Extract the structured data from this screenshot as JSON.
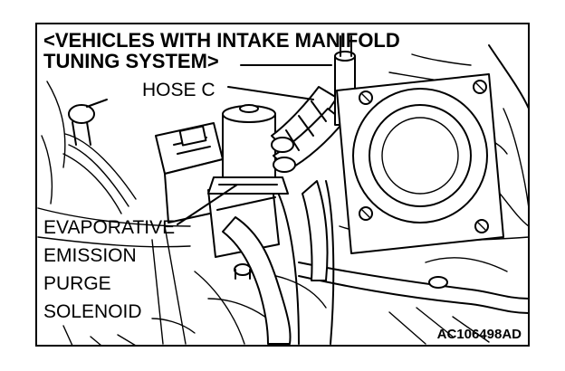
{
  "title": {
    "line1": "<VEHICLES WITH INTAKE  MANIFOLD",
    "line2": "TUNING SYSTEM>"
  },
  "labels": {
    "hose_c": "HOSE C",
    "solenoid": [
      "EVAPORATIVE",
      "EMISSION",
      "PURGE",
      "SOLENOID"
    ]
  },
  "figure_id": "AC106498AD"
}
